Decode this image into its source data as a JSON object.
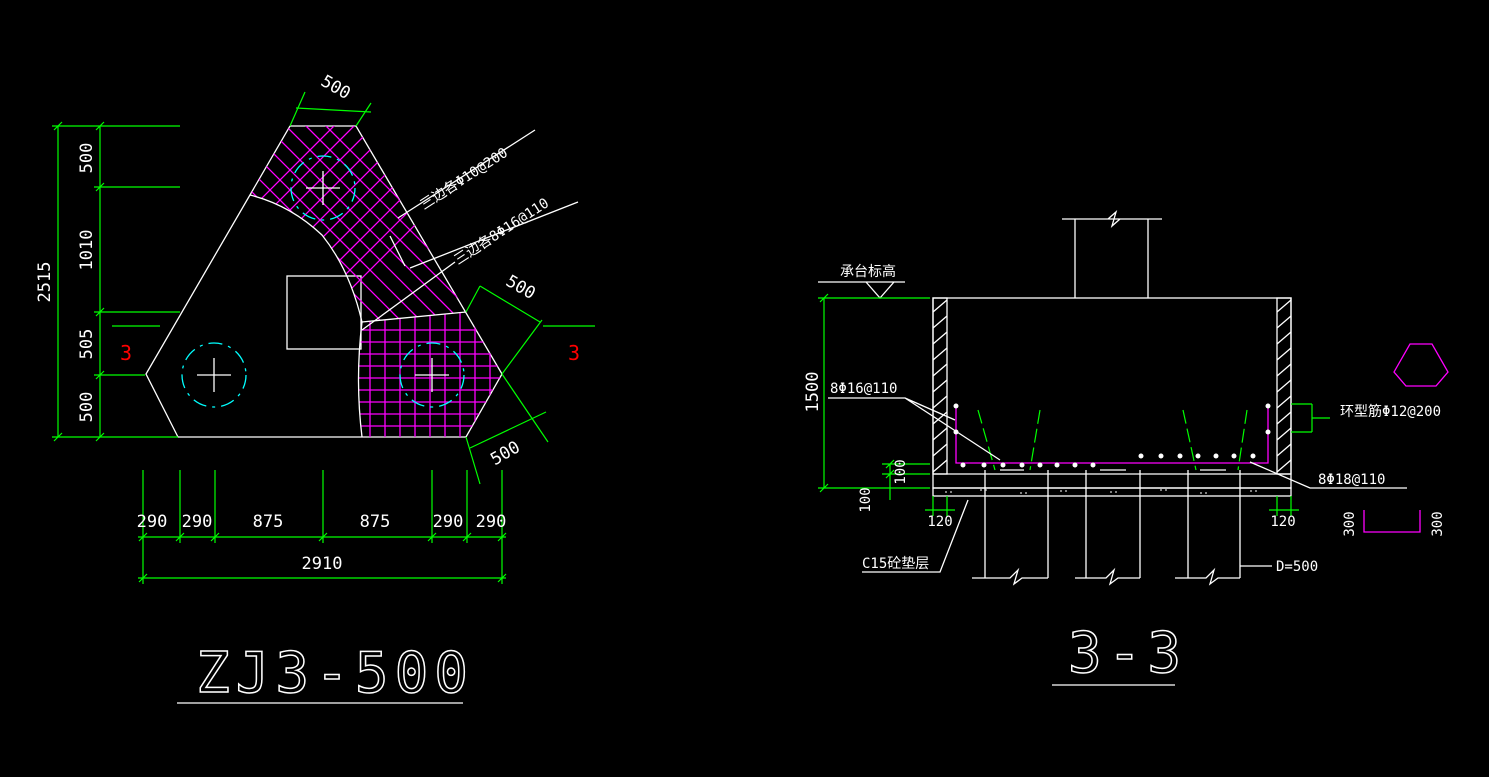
{
  "plan": {
    "dims_vertical": [
      "500",
      "1010",
      "505",
      "500"
    ],
    "dim_total_vertical": "2515",
    "dims_horizontal": [
      "290",
      "290",
      "875",
      "875",
      "290",
      "290"
    ],
    "dim_total_horizontal": "2910",
    "dim_top_edge": "500",
    "dim_right_edge": "500",
    "dim_bottom_right_edge": "500",
    "rebar_note_1": "三边各Φ10@200",
    "rebar_note_2": "三边各8Φ16@110",
    "section_mark": "3",
    "title": "ZJ3-500"
  },
  "section": {
    "elevation_label": "承台标高",
    "height_dim": "1500",
    "cover_dim_top": "100",
    "cover_dim_bottom": "100",
    "side_left": "120",
    "side_right": "120",
    "bar_label_1": "8Φ16@110",
    "bar_label_2": "环型筋Φ12@200",
    "bar_label_3": "8Φ18@110",
    "bedding_label": "C15砼垫层",
    "pile_label": "D=500",
    "hook_left": "300",
    "hook_right": "300",
    "title": "3-3"
  }
}
